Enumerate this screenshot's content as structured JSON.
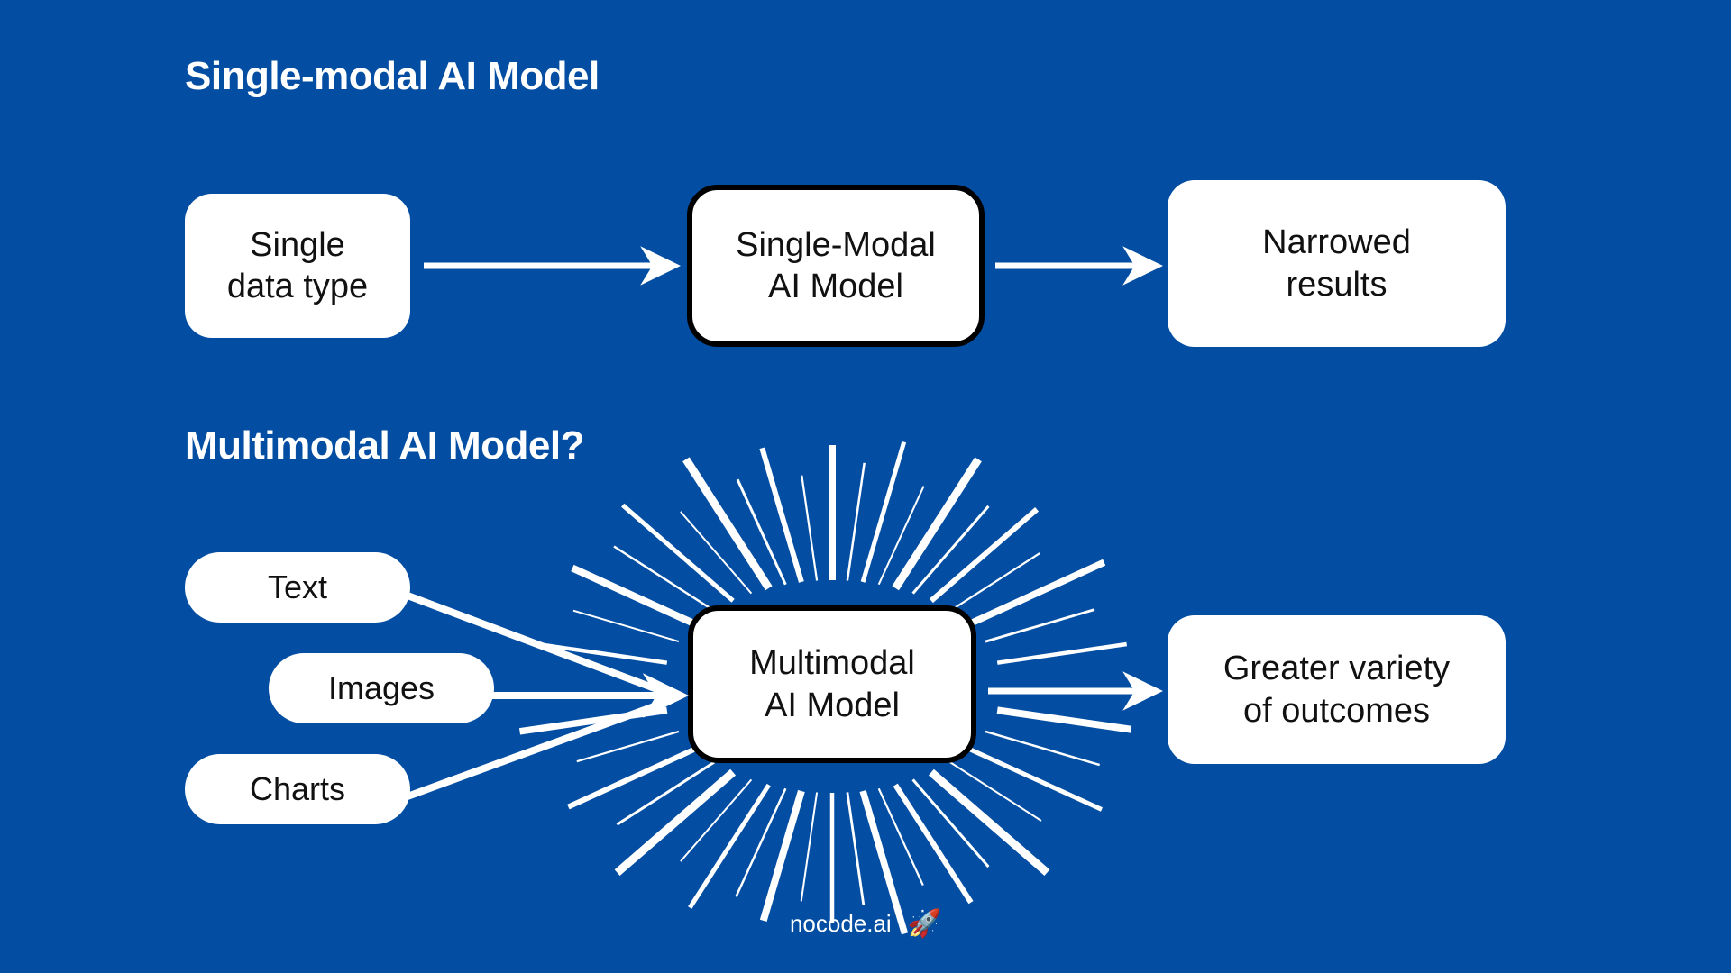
{
  "background_color": "#034ea2",
  "node_fill_color": "#ffffff",
  "node_text_color": "#111111",
  "emphasis_border_color": "#000000",
  "connector_color": "#ffffff",
  "sections": [
    {
      "heading": "Single-modal AI Model",
      "nodes": {
        "input": "Single\ndata type",
        "model": "Single-Modal\nAI Model",
        "output": "Narrowed\nresults"
      }
    },
    {
      "heading": "Multimodal AI Model?",
      "nodes": {
        "inputs": [
          "Text",
          "Images",
          "Charts"
        ],
        "model": "Multimodal\nAI Model",
        "output": "Greater variety\nof outcomes"
      }
    }
  ],
  "footer": {
    "brand": "nocode.ai",
    "rocket_icon": "🚀"
  }
}
